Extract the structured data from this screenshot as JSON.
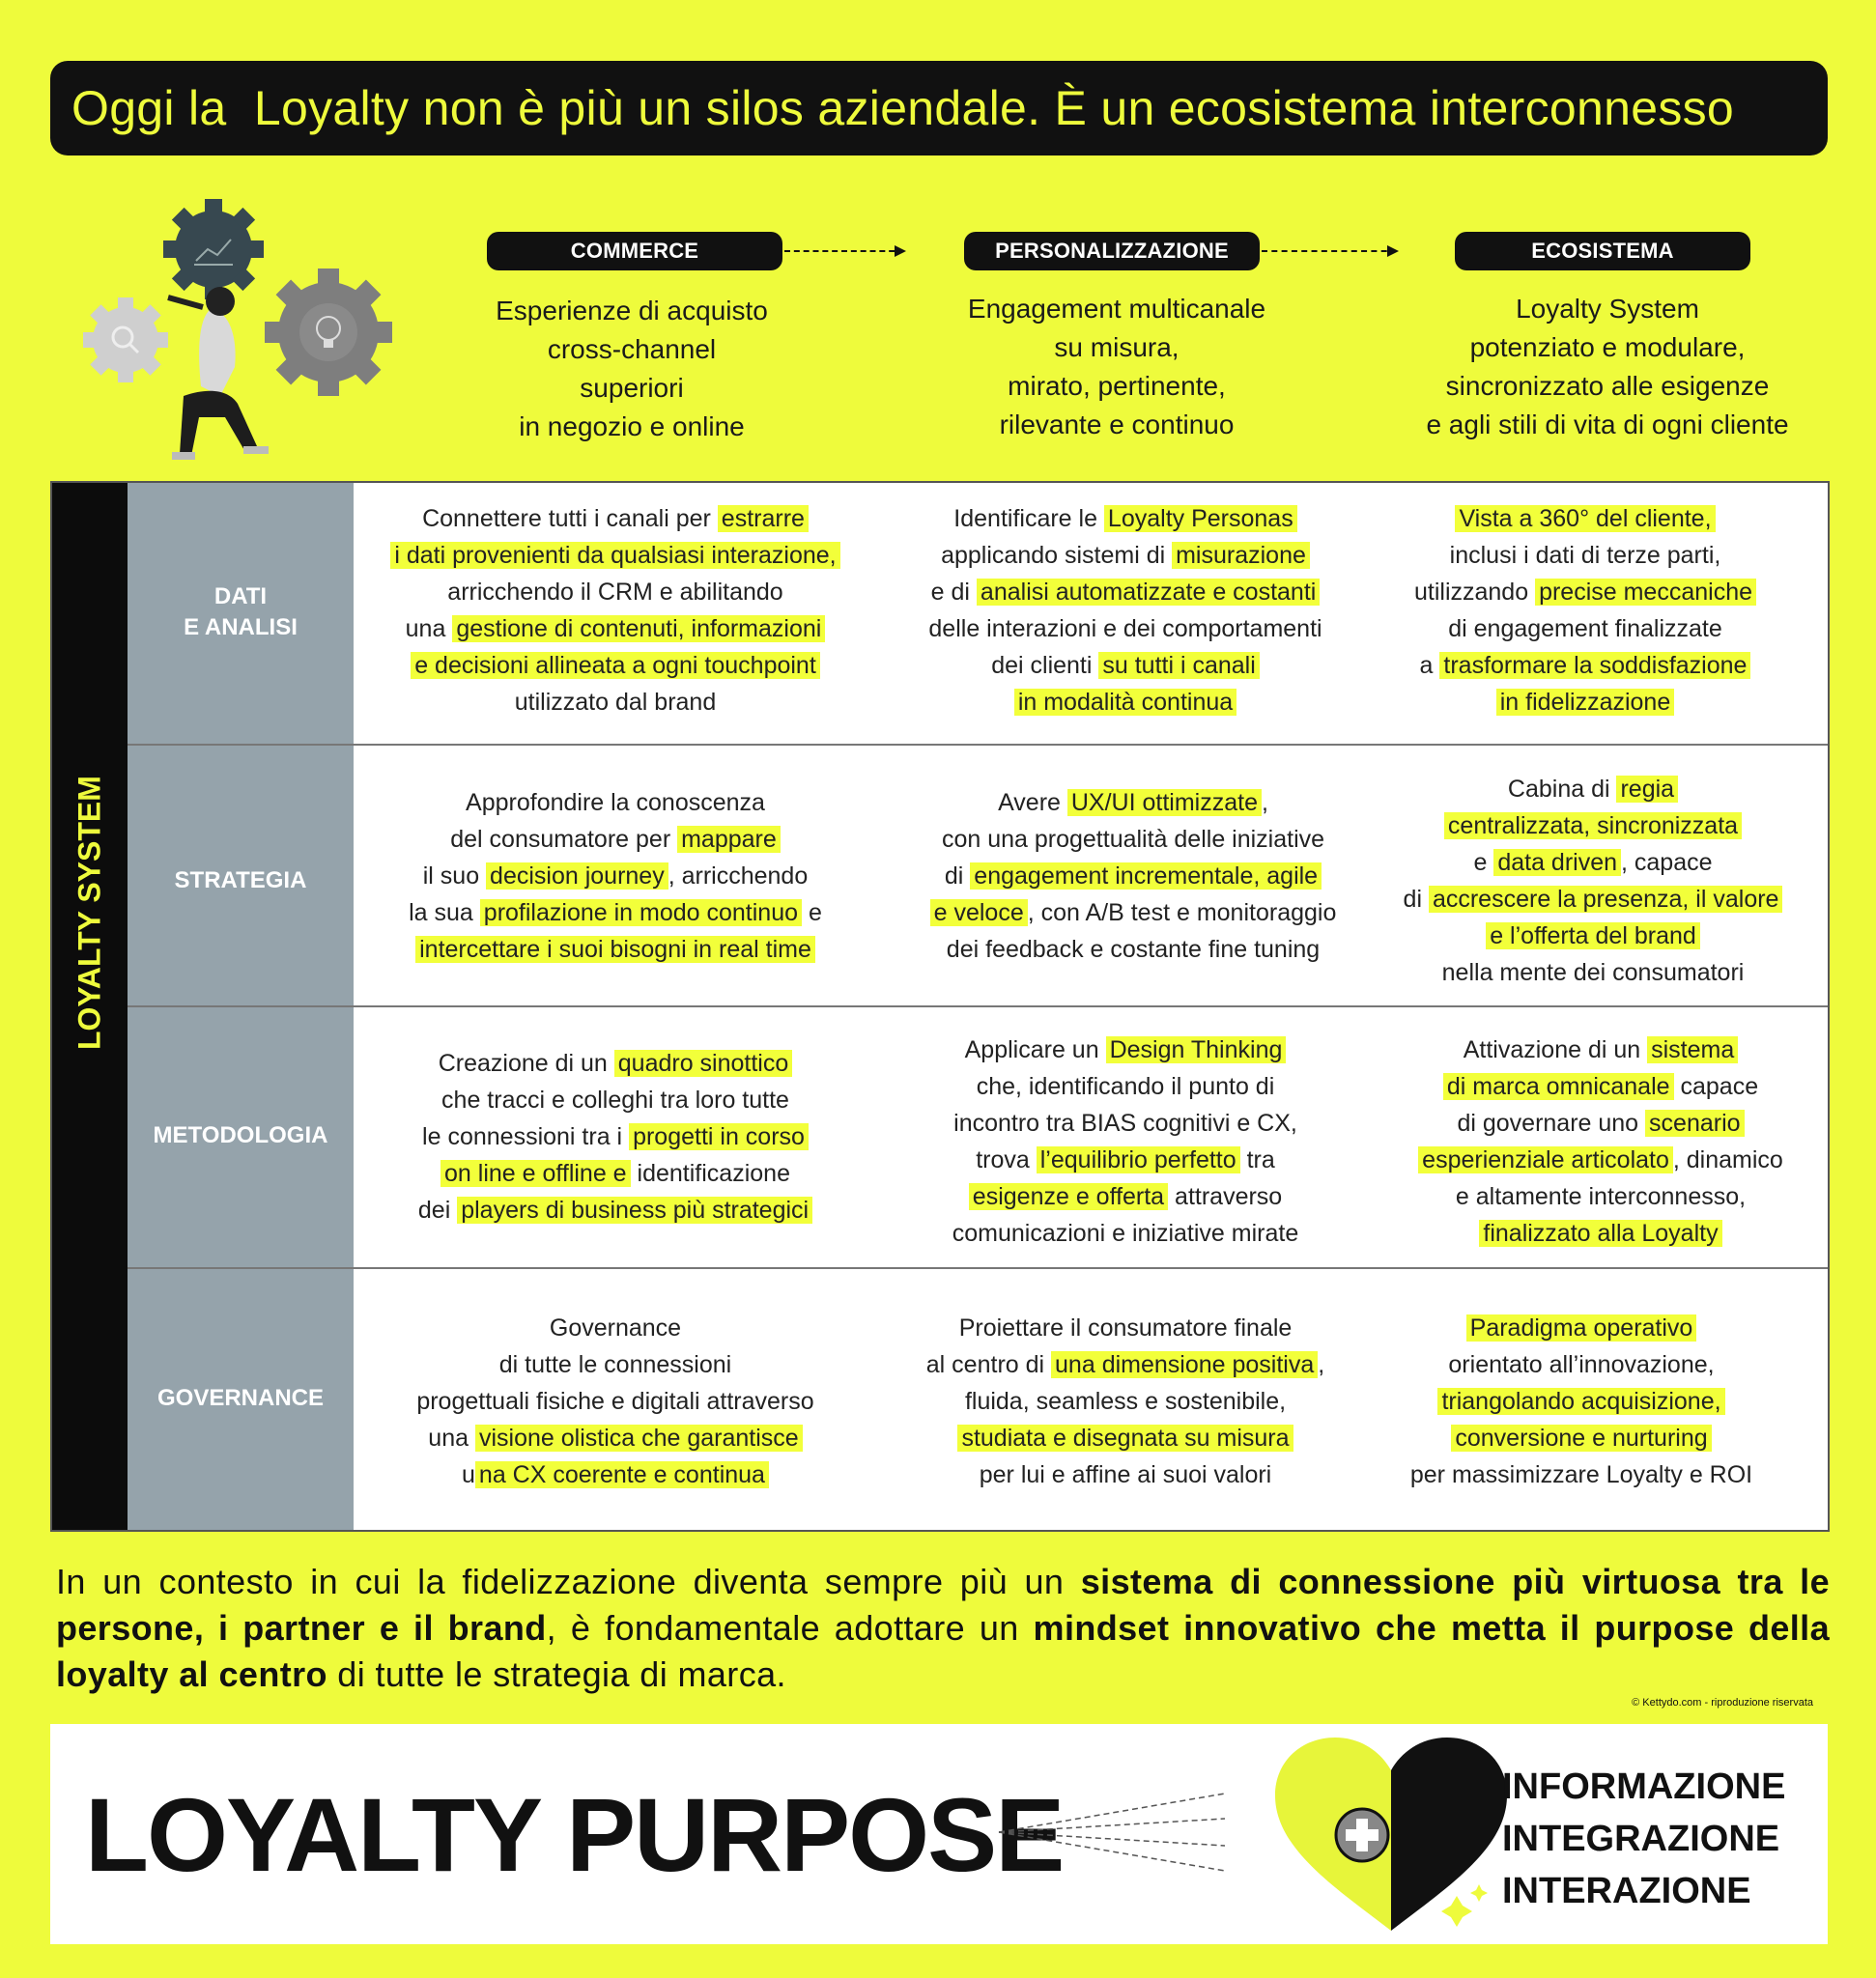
{
  "title": "Oggi la  Loyalty non è più un silos aziendale. È un ecosistema interconnesso",
  "stages": [
    {
      "label": "COMMERCE",
      "lines": [
        "Esperienze di acquisto",
        "cross-channel",
        "superiori",
        "in negozio e online"
      ]
    },
    {
      "label": "PERSONALIZZAZIONE",
      "lines": [
        "Engagement multicanale",
        "su misura,",
        "mirato, pertinente,",
        "rilevante e continuo"
      ]
    },
    {
      "label": "ECOSISTEMA",
      "lines": [
        "Loyalty System",
        "potenziato e modulare,",
        "sincronizzato alle esigenze",
        "e agli stili di vita di ogni cliente"
      ]
    }
  ],
  "matrix": {
    "side_label": "LOYALTY SYSTEM",
    "rows": [
      {
        "label": "DATI\nE ANALISI",
        "cells": [
          [
            [
              "Connettere tutti i canali per ",
              0
            ],
            [
              "estrarre",
              1
            ],
            [
              "\n",
              0
            ],
            [
              "i dati provenienti da qualsiasi interazione,",
              1
            ],
            [
              "\narricchendo il CRM e abilitando\nuna ",
              0
            ],
            [
              "gestione di contenuti, informazioni",
              1
            ],
            [
              "\n",
              0
            ],
            [
              "e decisioni allineata a ogni touchpoint",
              1
            ],
            [
              "\nutilizzato dal brand",
              0
            ]
          ],
          [
            [
              "Identificare le ",
              0
            ],
            [
              "Loyalty Personas",
              1
            ],
            [
              "\napplicando sistemi di ",
              0
            ],
            [
              "misurazione",
              1
            ],
            [
              "\ne di ",
              0
            ],
            [
              "analisi automatizzate e costanti",
              1
            ],
            [
              "\ndelle interazioni e dei comportamenti\ndei clienti ",
              0
            ],
            [
              "su tutti i canali",
              1
            ],
            [
              "\n",
              0
            ],
            [
              "in modalità continua",
              1
            ]
          ],
          [
            [
              "Vista a 360° del cliente,",
              1
            ],
            [
              "\ninclusi i dati di terze parti,\nutilizzando ",
              0
            ],
            [
              "precise meccaniche",
              1
            ],
            [
              "\ndi engagement finalizzate\na ",
              0
            ],
            [
              "trasformare la soddisfazione",
              1
            ],
            [
              "\n",
              0
            ],
            [
              "in fidelizzazione",
              1
            ]
          ]
        ]
      },
      {
        "label": "STRATEGIA",
        "cells": [
          [
            [
              "Approfondire la conoscenza\ndel consumatore per ",
              0
            ],
            [
              "mappare",
              1
            ],
            [
              "\nil suo ",
              0
            ],
            [
              "decision journey",
              1
            ],
            [
              ", arricchendo\nla sua ",
              0
            ],
            [
              "profilazione in modo continuo",
              1
            ],
            [
              " e\n",
              0
            ],
            [
              "intercettare i suoi bisogni in real time",
              1
            ]
          ],
          [
            [
              "Avere ",
              0
            ],
            [
              "UX/UI ottimizzate",
              1
            ],
            [
              ",\ncon una progettualità delle iniziative\ndi ",
              0
            ],
            [
              "engagement incrementale, agile",
              1
            ],
            [
              "\n",
              0
            ],
            [
              "e veloce",
              1
            ],
            [
              ", con A/B test e monitoraggio\ndei feedback e costante fine tuning",
              0
            ]
          ],
          [
            [
              "Cabina di ",
              0
            ],
            [
              "regia",
              1
            ],
            [
              "\n",
              0
            ],
            [
              "centralizzata, sincronizzata",
              1
            ],
            [
              "\ne ",
              0
            ],
            [
              "data driven",
              1
            ],
            [
              ", capace\ndi ",
              0
            ],
            [
              "accrescere la presenza, il valore",
              1
            ],
            [
              "\n",
              0
            ],
            [
              "e l’offerta del brand",
              1
            ],
            [
              "\nnella mente dei consumatori",
              0
            ]
          ]
        ]
      },
      {
        "label": "METODOLOGIA",
        "cells": [
          [
            [
              "Creazione di un ",
              0
            ],
            [
              "quadro sinottico",
              1
            ],
            [
              "\nche tracci e colleghi tra loro tutte\nle connessioni tra i ",
              0
            ],
            [
              "progetti in corso",
              1
            ],
            [
              "\n",
              0
            ],
            [
              "on line e offline e",
              1
            ],
            [
              " identificazione\ndei ",
              0
            ],
            [
              "players di business più strategici",
              1
            ]
          ],
          [
            [
              "Applicare un ",
              0
            ],
            [
              "Design Thinking",
              1
            ],
            [
              "\nche, identificando il punto di\nincontro tra BIAS cognitivi e CX,\ntrova ",
              0
            ],
            [
              "l’equilibrio perfetto",
              1
            ],
            [
              " tra\n",
              0
            ],
            [
              "esigenze e offerta",
              1
            ],
            [
              " attraverso\ncomunicazioni e iniziative mirate",
              0
            ]
          ],
          [
            [
              "Attivazione di un ",
              0
            ],
            [
              "sistema",
              1
            ],
            [
              "\n",
              0
            ],
            [
              "di marca omnicanale",
              1
            ],
            [
              " capace\ndi governare uno ",
              0
            ],
            [
              "scenario",
              1
            ],
            [
              "\n",
              0
            ],
            [
              "esperienziale articolato",
              1
            ],
            [
              ", dinamico\ne altamente interconnesso,\n",
              0
            ],
            [
              "finalizzato alla Loyalty",
              1
            ]
          ]
        ]
      },
      {
        "label": "GOVERNANCE",
        "cells": [
          [
            [
              "Governance\ndi tutte le connessioni\nprogettuali fisiche e digitali attraverso\nuna ",
              0
            ],
            [
              "visione olistica che garantisce",
              1
            ],
            [
              "\nu",
              0
            ],
            [
              "na CX coerente e continua",
              1
            ]
          ],
          [
            [
              "Proiettare il consumatore finale\nal centro di ",
              0
            ],
            [
              "una dimensione positiva",
              1
            ],
            [
              ",\nfluida, seamless e sostenibile,\n",
              0
            ],
            [
              "studiata e disegnata su misura",
              1
            ],
            [
              "\nper lui e affine ai suoi valori",
              0
            ]
          ],
          [
            [
              "Paradigma operativo",
              1
            ],
            [
              "\norientato all’innovazione,\n",
              0
            ],
            [
              "triangolando acquisizione,",
              1
            ],
            [
              "\n",
              0
            ],
            [
              "conversione e nurturing",
              1
            ],
            [
              "\nper massimizzare Loyalty e ROI",
              0
            ]
          ]
        ]
      }
    ]
  },
  "footer": [
    [
      "In un contesto in cui la fidelizzazione diventa sempre più un ",
      0
    ],
    [
      "sistema di connessione più virtuosa tra le persone, i partner e il brand",
      1
    ],
    [
      ", è fondamentale adottare un ",
      0
    ],
    [
      "mindset innovativo che metta il purpose della loyalty al centro",
      1
    ],
    [
      " di tutte le strategia di marca.",
      0
    ]
  ],
  "copyright": "© Kettydo.com - riproduzione riservata",
  "bottom": {
    "purpose": "LOYALTY PURPOSE",
    "items": [
      "INFORMAZIONE",
      "INTEGRAZIONE",
      "INTERAZIONE"
    ]
  },
  "icons": [
    "gear-icon",
    "chart-icon",
    "search-icon",
    "lightbulb-icon",
    "heart-icon",
    "plus-icon",
    "sparkle-icon"
  ],
  "colors": {
    "background": "#EEFB3C",
    "highlight": "#F2FF3A",
    "dark": "#111111",
    "row_label_bg": "#95A3AB"
  }
}
